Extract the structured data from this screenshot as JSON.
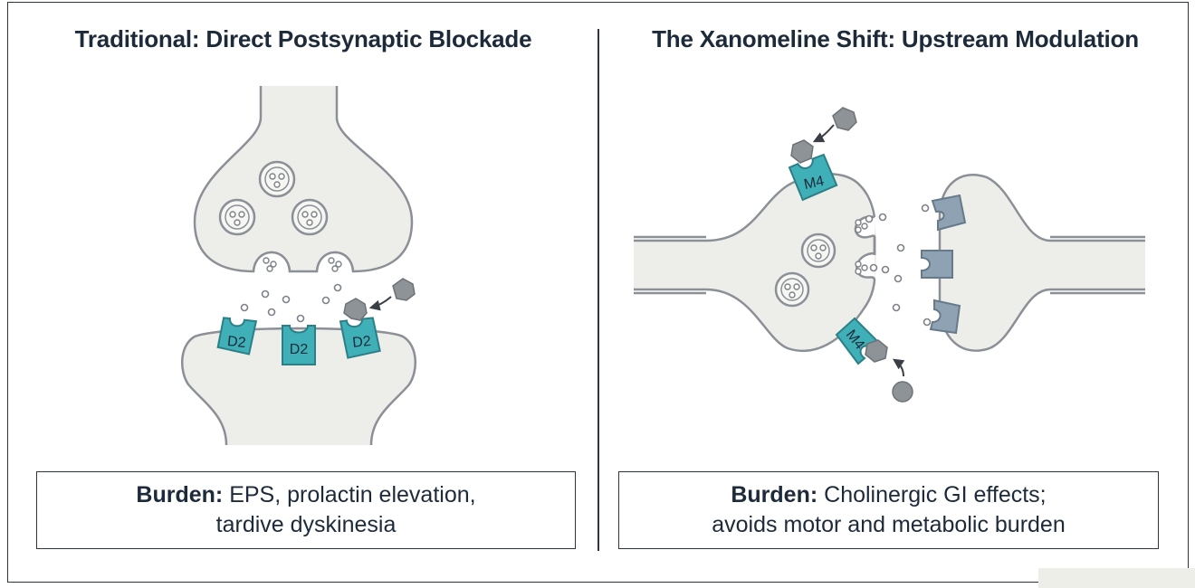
{
  "left_panel": {
    "title": "Traditional: Direct Postsynaptic Blockade",
    "receptor_label": "D2",
    "burden_label": "Burden:",
    "burden_line1": " EPS, prolactin elevation,",
    "burden_line2": "tardive dyskinesia"
  },
  "right_panel": {
    "title": "The Xanomeline Shift: Upstream Modulation",
    "receptor_label": "M4",
    "burden_label": "Burden:",
    "burden_line1": " Cholinergic GI effects;",
    "burden_line2": "avoids motor and metabolic burden"
  },
  "colors": {
    "membrane_fill": "#ededea",
    "membrane_stroke": "#8a9096",
    "receptor_teal": "#3fb0b8",
    "ligand_gray": "#8e9398",
    "post_receptor_slate": "#8ea2b3"
  }
}
